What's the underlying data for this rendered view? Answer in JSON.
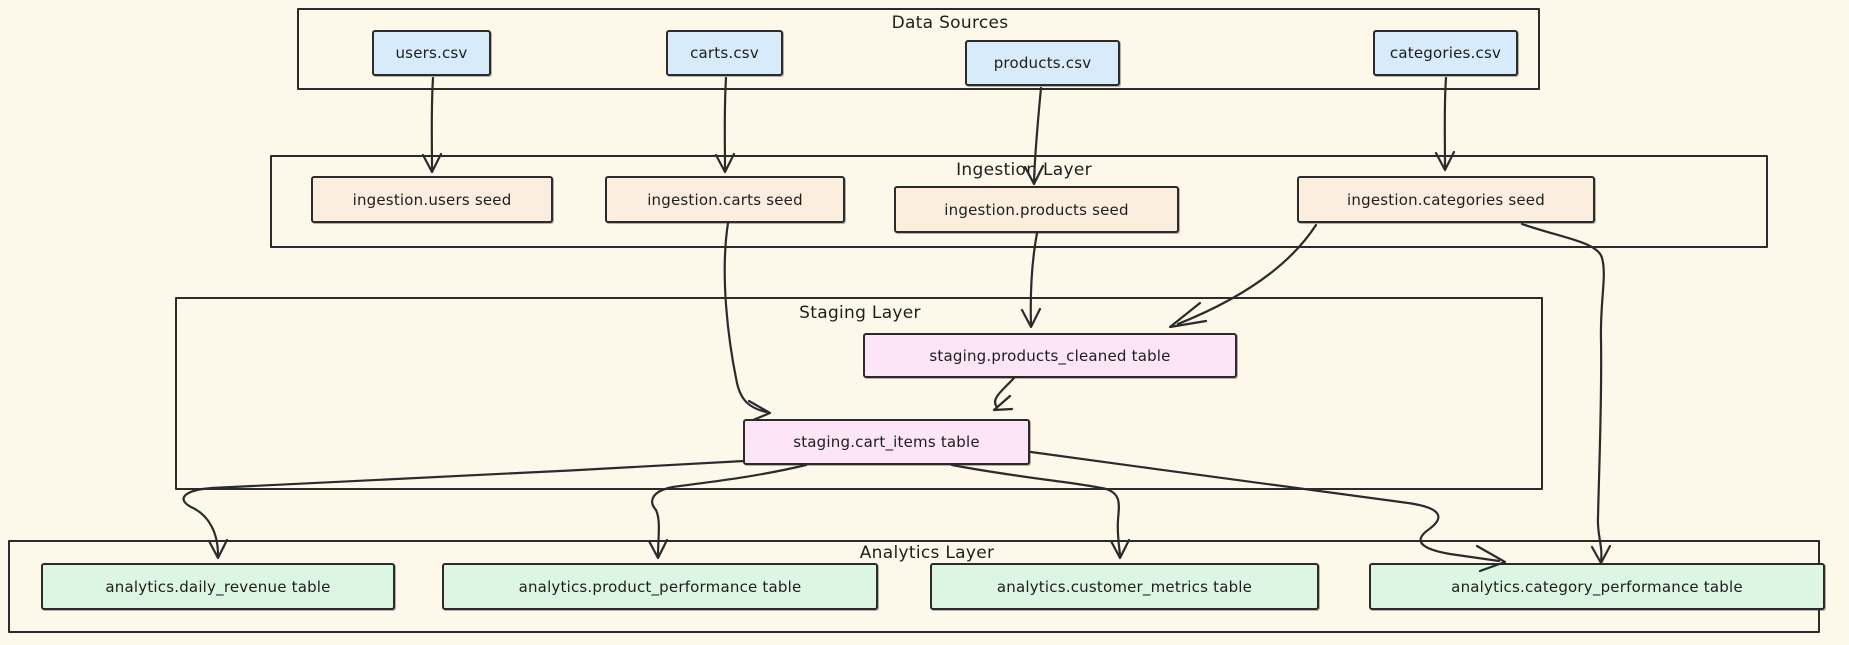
{
  "colors": {
    "background": "#FDF8E9",
    "stroke": "#2B2B2B"
  },
  "layers": {
    "data_sources": {
      "label": "Data Sources"
    },
    "ingestion": {
      "label": "Ingestion Layer"
    },
    "staging": {
      "label": "Staging Layer"
    },
    "analytics": {
      "label": "Analytics Layer"
    }
  },
  "nodes": {
    "users_csv": {
      "label": "users.csv",
      "fill": "#D7EBFA"
    },
    "carts_csv": {
      "label": "carts.csv",
      "fill": "#D7EBFA"
    },
    "products_csv": {
      "label": "products.csv",
      "fill": "#D7EBFA"
    },
    "categories_csv": {
      "label": "categories.csv",
      "fill": "#D7EBFA"
    },
    "ingestion_users_seed": {
      "label": "ingestion.users seed",
      "fill": "#FBEEDF"
    },
    "ingestion_carts_seed": {
      "label": "ingestion.carts seed",
      "fill": "#FBEEDF"
    },
    "ingestion_products_seed": {
      "label": "ingestion.products seed",
      "fill": "#FBEEDF"
    },
    "ingestion_categories_seed": {
      "label": "ingestion.categories seed",
      "fill": "#FBEEDF"
    },
    "staging_products_cleaned": {
      "label": "staging.products_cleaned table",
      "fill": "#FBE5F7"
    },
    "staging_cart_items": {
      "label": "staging.cart_items table",
      "fill": "#FBE5F7"
    },
    "analytics_daily_revenue": {
      "label": "analytics.daily_revenue table",
      "fill": "#DDF6E3"
    },
    "analytics_product_performance": {
      "label": "analytics.product_performance table",
      "fill": "#DDF6E3"
    },
    "analytics_customer_metrics": {
      "label": "analytics.customer_metrics table",
      "fill": "#DDF6E3"
    },
    "analytics_category_performance": {
      "label": "analytics.category_performance table",
      "fill": "#DDF6E3"
    }
  },
  "edges": [
    {
      "from": "users.csv",
      "to": "ingestion.users seed"
    },
    {
      "from": "carts.csv",
      "to": "ingestion.carts seed"
    },
    {
      "from": "products.csv",
      "to": "ingestion.products seed"
    },
    {
      "from": "categories.csv",
      "to": "ingestion.categories seed"
    },
    {
      "from": "ingestion.carts seed",
      "to": "staging.cart_items table"
    },
    {
      "from": "ingestion.products seed",
      "to": "staging.products_cleaned table"
    },
    {
      "from": "ingestion.categories seed",
      "to": "staging.products_cleaned table"
    },
    {
      "from": "ingestion.categories seed",
      "to": "analytics.category_performance table"
    },
    {
      "from": "staging.products_cleaned table",
      "to": "staging.cart_items table"
    },
    {
      "from": "staging.cart_items table",
      "to": "analytics.daily_revenue table"
    },
    {
      "from": "staging.cart_items table",
      "to": "analytics.product_performance table"
    },
    {
      "from": "staging.cart_items table",
      "to": "analytics.customer_metrics table"
    },
    {
      "from": "staging.cart_items table",
      "to": "analytics.category_performance table"
    }
  ]
}
